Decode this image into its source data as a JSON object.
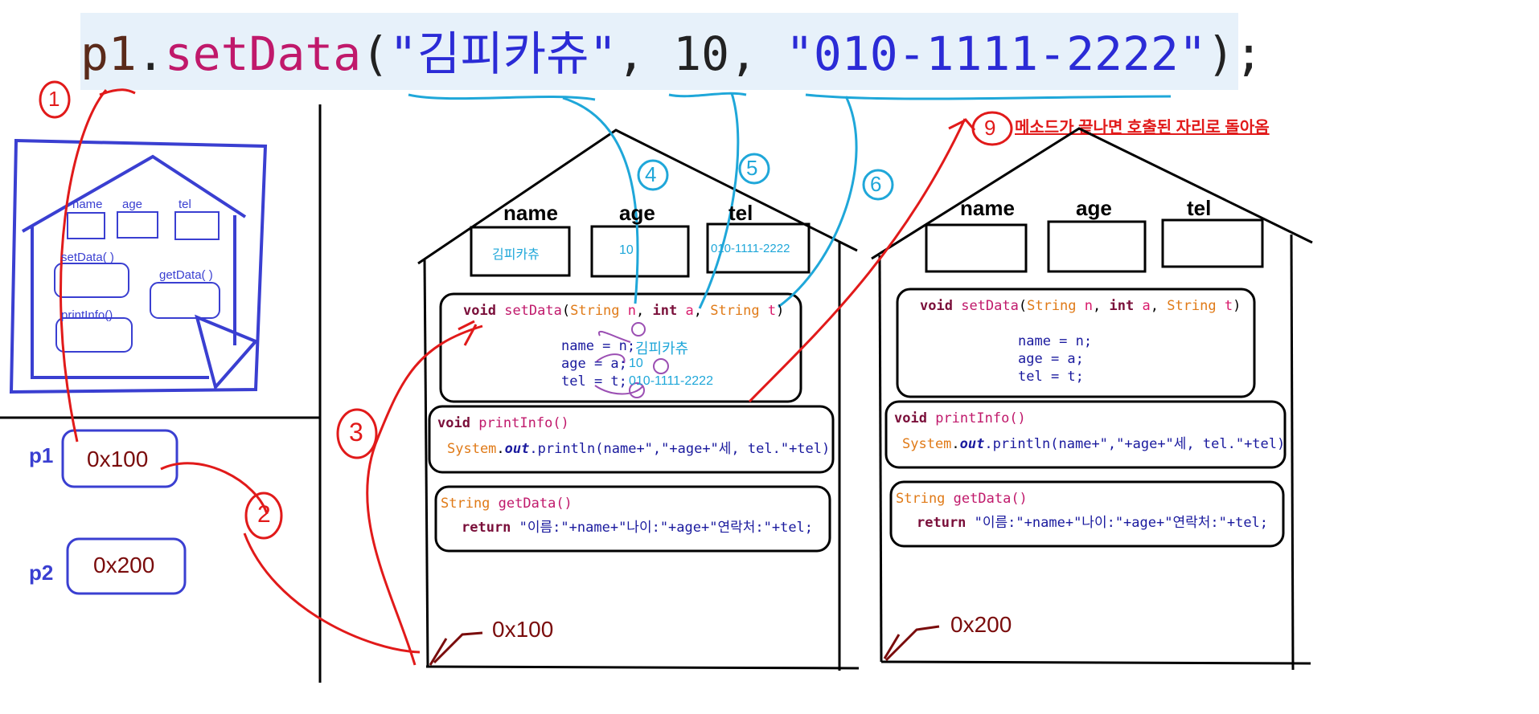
{
  "statement": {
    "var": "p1",
    "dot": ".",
    "method": "setData",
    "open": "(",
    "arg1": "\"김피카츄\"",
    "sep1": ", ",
    "arg2": "10",
    "sep2": ", ",
    "arg3": "\"010-1111-2222\"",
    "close": ");"
  },
  "note": "메소드가 끝나면 호출된 자리로 돌아옴",
  "step_markers": [
    "1",
    "2",
    "3",
    "4",
    "5",
    "6",
    "9"
  ],
  "small_house": {
    "fields": [
      "name",
      "age",
      "tel"
    ],
    "methods": [
      "setData( )",
      "getData( )",
      "printInfo()"
    ]
  },
  "refs": [
    {
      "label": "p1",
      "value": "0x100"
    },
    {
      "label": "p2",
      "value": "0x200"
    }
  ],
  "house1": {
    "fields": [
      "name",
      "age",
      "tel"
    ],
    "values": [
      "김피카츄",
      "10",
      "010-1111-2222"
    ],
    "setData": {
      "kw": "void",
      "name": "setData",
      "p1type": "String",
      "p1": "n",
      "p2type": "int",
      "p2": "a",
      "p3type": "String",
      "p3": "t",
      "lines": [
        "name = n;",
        "age = a;",
        "tel = t;"
      ],
      "annotations": [
        "김피카츄",
        "10",
        "010-1111-2222"
      ]
    },
    "printInfo": {
      "kw": "void",
      "name": "printInfo()",
      "body_sys": "System",
      "body_out": "out",
      "body_rest": ".println(name+\",\"+age+\"세, tel.\"+tel)"
    },
    "getData": {
      "type": "String",
      "name": "getData()",
      "kw": "return",
      "body": "\"이름:\"+name+\"나이:\"+age+\"연락처:\"+tel;"
    },
    "address": "0x100"
  },
  "house2": {
    "fields": [
      "name",
      "age",
      "tel"
    ],
    "setData": {
      "kw": "void",
      "name": "setData",
      "p1type": "String",
      "p1": "n",
      "p2type": "int",
      "p2": "a",
      "p3type": "String",
      "p3": "t",
      "lines": [
        "name = n;",
        "age = a;",
        "tel = t;"
      ]
    },
    "printInfo": {
      "kw": "void",
      "name": "printInfo()",
      "body_sys": "System",
      "body_out": "out",
      "body_rest": ".println(name+\",\"+age+\"세, tel.\"+tel)"
    },
    "getData": {
      "type": "String",
      "name": "getData()",
      "kw": "return",
      "body": "\"이름:\"+name+\"나이:\"+age+\"연락처:\"+tel;"
    },
    "address": "0x200"
  }
}
